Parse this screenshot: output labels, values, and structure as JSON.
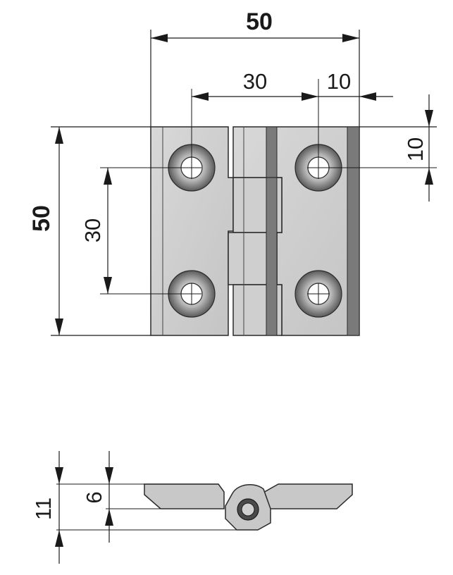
{
  "drawing": {
    "top_view": {
      "overall_width": "50",
      "hole_spacing_horizontal": "30",
      "hole_edge_offset_horizontal": "10",
      "hole_edge_offset_vertical": "10",
      "overall_height": "50",
      "hole_spacing_vertical": "30"
    },
    "side_view": {
      "total_thickness": "11",
      "leaf_thickness": "6"
    }
  },
  "colors": {
    "leaf_fill": "#cfcfcf",
    "leaf_dark_strip": "#7a7a7a",
    "hole_ring_dark": "#5a5a5a",
    "line": "#1a1a1a"
  }
}
